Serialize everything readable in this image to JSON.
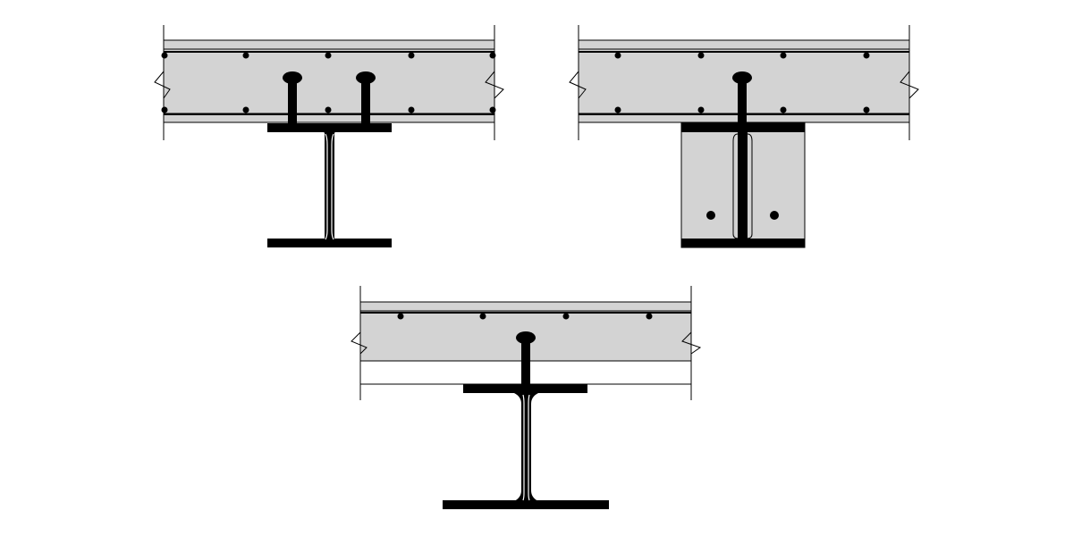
{
  "diagram": {
    "description_free": true,
    "colors": {
      "concrete": "#d3d3d3",
      "steel": "#000000",
      "line": "#000000",
      "background": "#ffffff"
    },
    "panels": [
      {
        "id": "panel-double-stud",
        "type": "composite-slab-i-beam",
        "studs": 2,
        "encased": false,
        "haunch": false
      },
      {
        "id": "panel-encased",
        "type": "partially-encased-beam",
        "studs": 1,
        "encased": true,
        "haunch": false
      },
      {
        "id": "panel-haunch",
        "type": "composite-slab-i-beam-with-gap",
        "studs": 1,
        "encased": false,
        "haunch": true
      }
    ]
  }
}
